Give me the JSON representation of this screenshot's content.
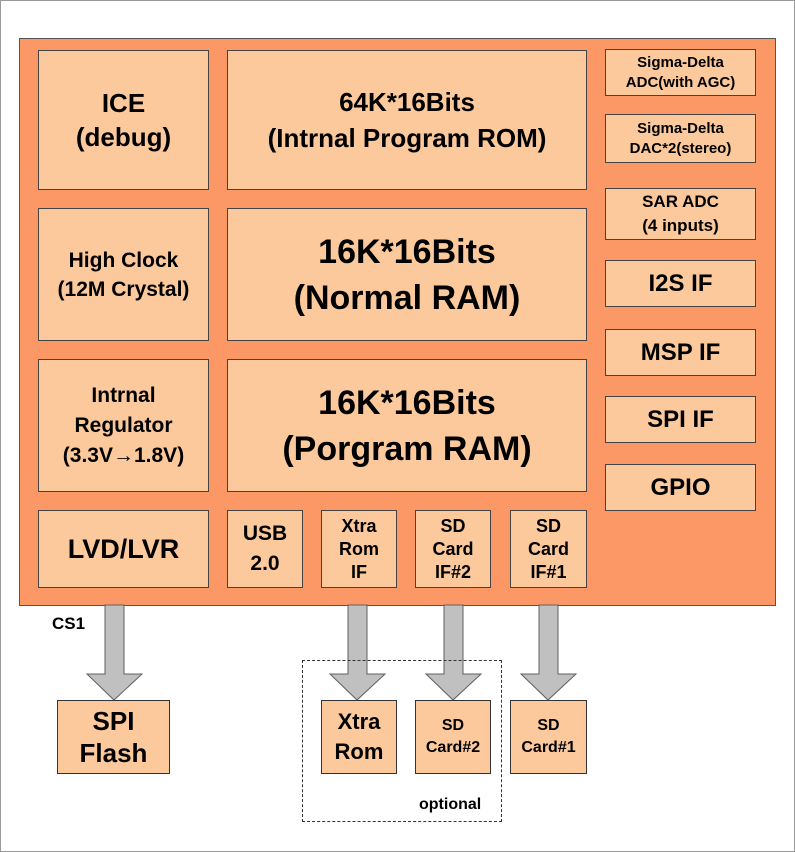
{
  "blocks": {
    "ice": "ICE\n(debug)",
    "rom": "64K*16Bits\n(Intrnal Program ROM)",
    "clock": "High Clock\n(12M Crystal)",
    "normal_ram": "16K*16Bits\n(Normal RAM)",
    "regulator": "Intrnal\nRegulator\n(3.3V→1.8V)",
    "program_ram": "16K*16Bits\n(Porgram RAM)",
    "lvd": "LVD/LVR",
    "usb": "USB\n2.0",
    "xtra_rom_if": "Xtra\nRom\nIF",
    "sd_if2": "SD\nCard\nIF#2",
    "sd_if1": "SD\nCard\nIF#1",
    "adc": "Sigma-Delta\nADC(with AGC)",
    "dac": "Sigma-Delta\nDAC*2(stereo)",
    "sar": "SAR ADC\n(4 inputs)",
    "i2s": "I2S IF",
    "msp": "MSP IF",
    "spi": "SPI IF",
    "gpio": "GPIO"
  },
  "external": {
    "spi_flash": "SPI\nFlash",
    "xtra_rom": "Xtra\nRom",
    "sd2": "SD\nCard#2",
    "sd1": "SD\nCard#1"
  },
  "labels": {
    "cs1": "CS1",
    "optional": "optional"
  },
  "colors": {
    "chip": "#fb9866",
    "block": "#fcc99c",
    "arrow": "#c0c0c0"
  }
}
